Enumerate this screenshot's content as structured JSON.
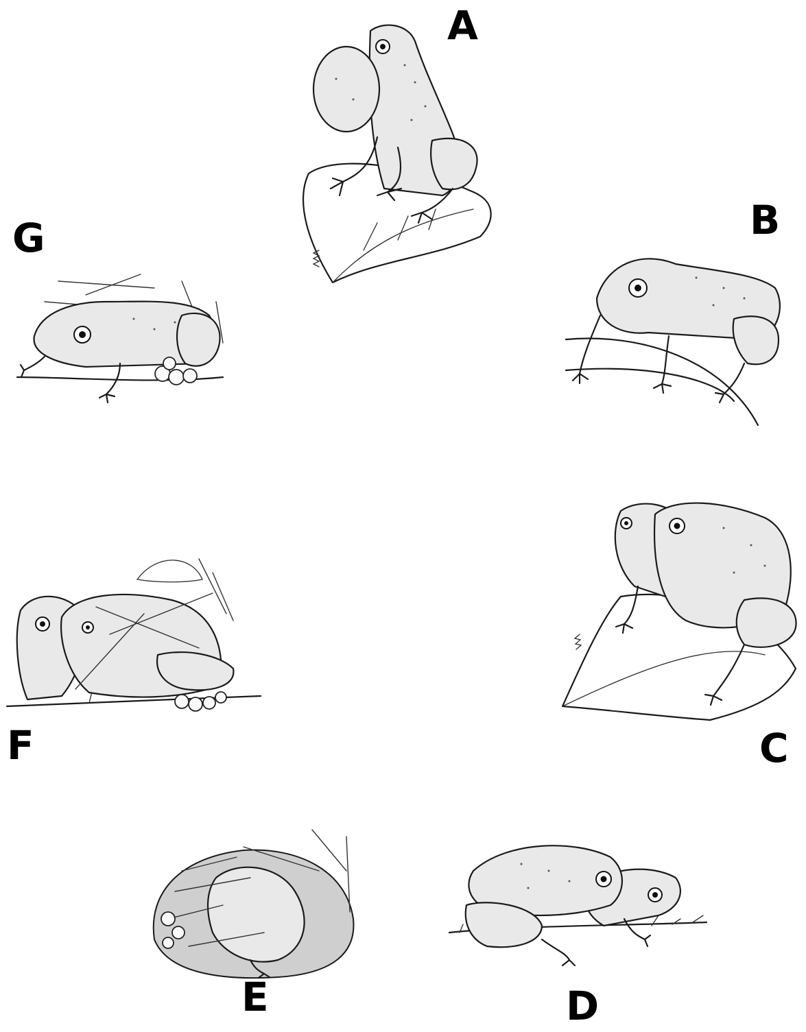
{
  "labels": {
    "a": "A",
    "b": "B",
    "c": "C",
    "d": "D",
    "e": "E",
    "f": "F",
    "g": "G"
  },
  "style": {
    "ink_color": "#1a1a1a",
    "background": "#ffffff"
  }
}
